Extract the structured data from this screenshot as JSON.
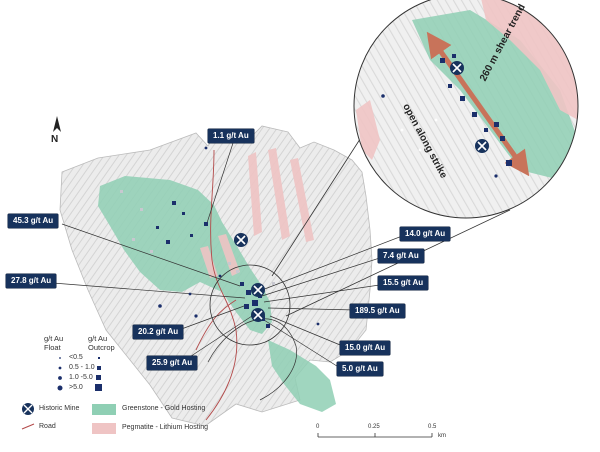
{
  "north_label": "N",
  "assay_callouts": [
    {
      "id": "c1",
      "label": "1.1 g/t Au"
    },
    {
      "id": "c2",
      "label": "45.3 g/t Au"
    },
    {
      "id": "c3",
      "label": "14.0 g/t Au"
    },
    {
      "id": "c4",
      "label": "7.4 g/t Au"
    },
    {
      "id": "c5",
      "label": "27.8 g/t Au"
    },
    {
      "id": "c6",
      "label": "15.5 g/t Au"
    },
    {
      "id": "c7",
      "label": "189.5 g/t Au"
    },
    {
      "id": "c8",
      "label": "20.2 g/t Au"
    },
    {
      "id": "c9",
      "label": "15.0 g/t Au"
    },
    {
      "id": "c10",
      "label": "25.9 g/t Au"
    },
    {
      "id": "c11",
      "label": "5.0 g/t Au"
    }
  ],
  "inset": {
    "trend_label": "260 m shear trend",
    "strike_label": "open along strike"
  },
  "legend": {
    "float_header_line1": "g/t Au",
    "float_header_line2": "Float",
    "outcrop_header_line1": "g/t Au",
    "outcrop_header_line2": "Outcrop",
    "ranges": [
      "<0.5",
      "0.5 - 1.0",
      "1.0 -5.0",
      ">5.0"
    ],
    "historic_mine": "Historic Mine",
    "road": "Road",
    "greenstone": "Greenstone - Gold Hosting",
    "pegmatite": "Pegmatite - Lithium Hosting"
  },
  "scale_bar": {
    "ticks": [
      "0",
      "0.25",
      "0.5"
    ],
    "unit": "km"
  },
  "colors": {
    "greenstone": "#8fcfb4",
    "pegmatite": "#efc4c4",
    "callout": "#17325c",
    "marker": "#1b2f6b",
    "road": "#b34a4a",
    "shear_arrow": "#c8735a"
  }
}
